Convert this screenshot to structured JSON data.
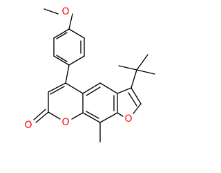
{
  "molecule": {
    "atoms": {
      "methoxy_o": {
        "symbol": "O",
        "color": "#ff0000"
      },
      "lactone_carbonyl_o": {
        "symbol": "O",
        "color": "#ff0000"
      },
      "lactone_ring_o": {
        "symbol": "O",
        "color": "#ff0000"
      },
      "furan_o": {
        "symbol": "O",
        "color": "#ff0000"
      }
    },
    "bond_color": "#000000"
  }
}
